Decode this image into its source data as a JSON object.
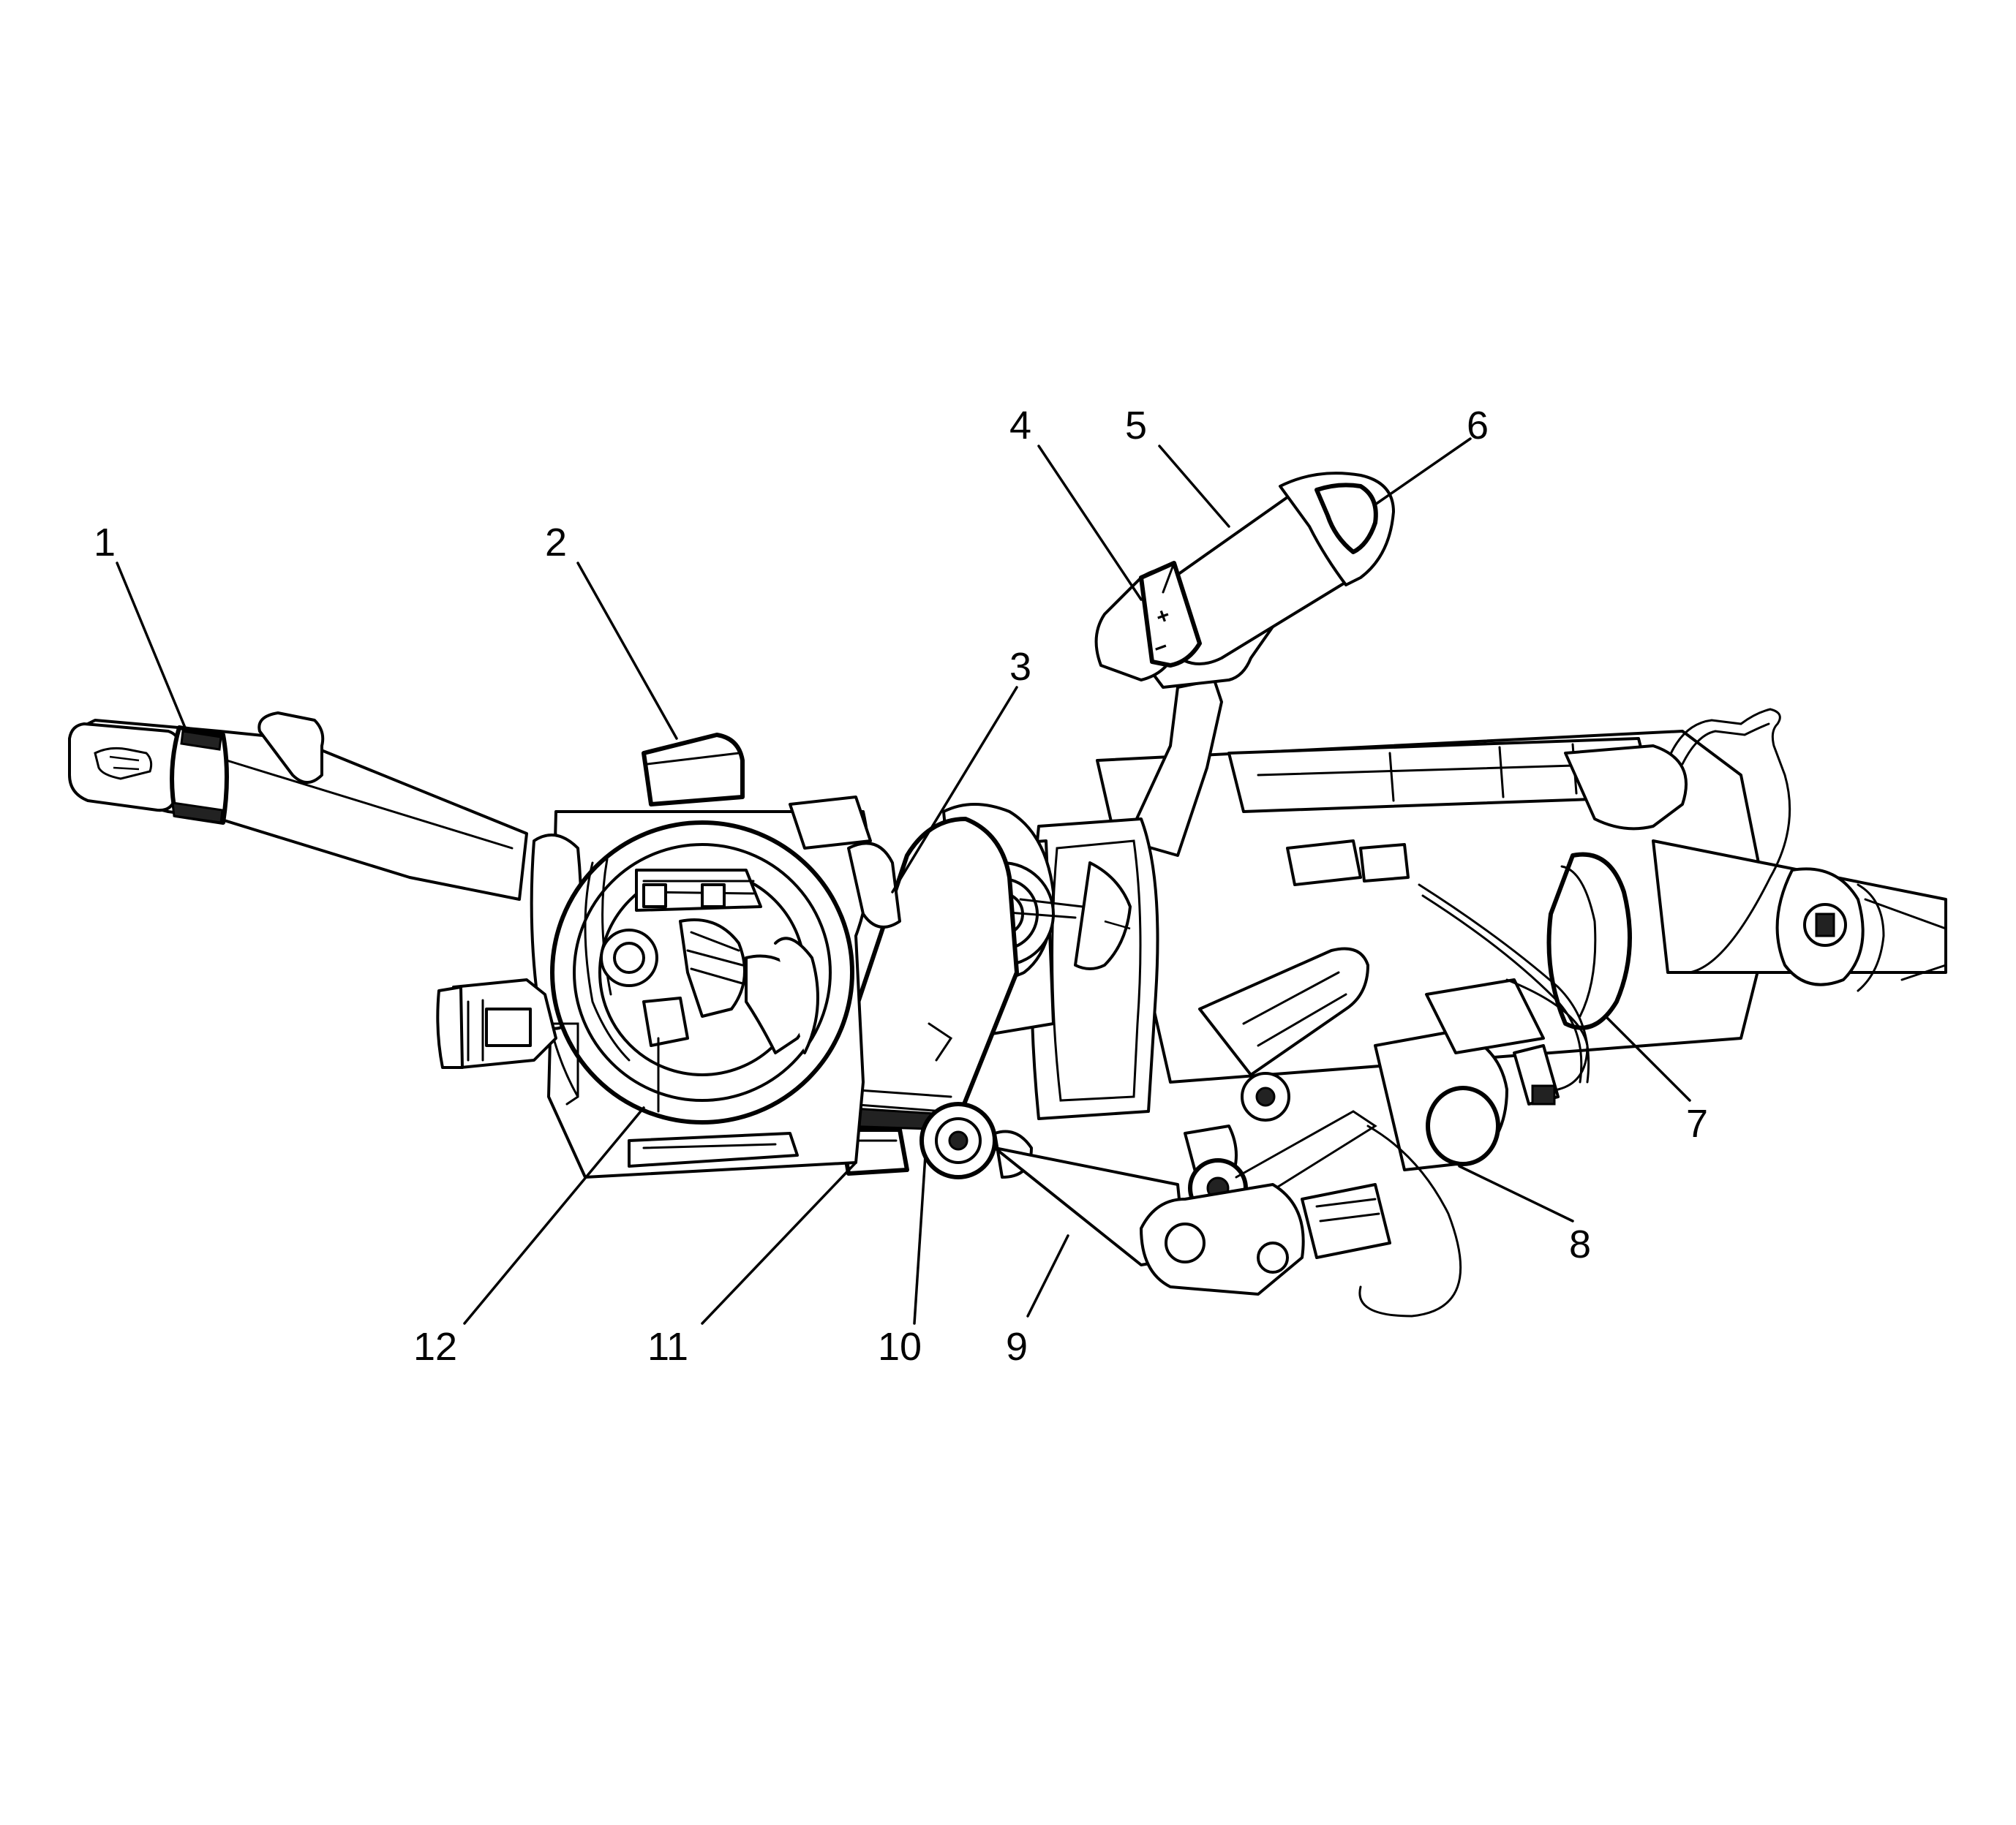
{
  "diagram": {
    "background": "#ffffff",
    "ink": "#000000",
    "callouts": [
      {
        "id": "c1",
        "label": "1"
      },
      {
        "id": "c2",
        "label": "2"
      },
      {
        "id": "c3",
        "label": "3"
      },
      {
        "id": "c4",
        "label": "4"
      },
      {
        "id": "c5",
        "label": "5"
      },
      {
        "id": "c6",
        "label": "6"
      },
      {
        "id": "c7",
        "label": "7"
      },
      {
        "id": "c8",
        "label": "8"
      },
      {
        "id": "c9",
        "label": "9"
      },
      {
        "id": "c10",
        "label": "10"
      },
      {
        "id": "c11",
        "label": "11"
      },
      {
        "id": "c12",
        "label": "12"
      }
    ],
    "lever_symbols": {
      "plus": "+",
      "minus": "−"
    }
  }
}
